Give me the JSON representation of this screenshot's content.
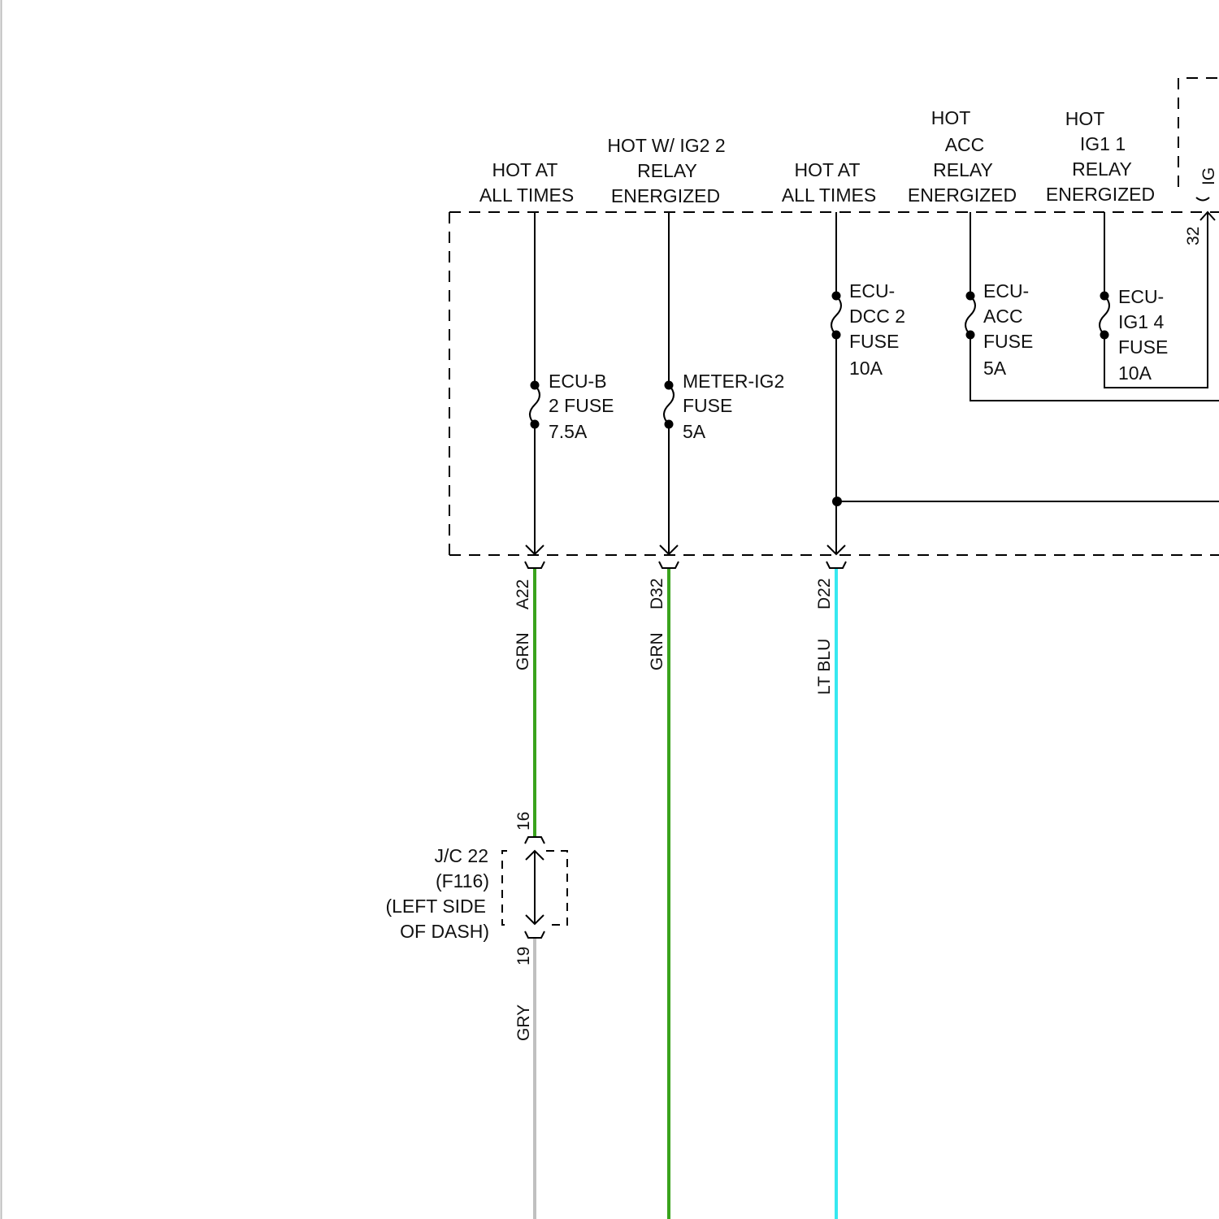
{
  "colors": {
    "grn": "#3aa31d",
    "lt_blu": "#36e8f0",
    "gry": "#c0c0c0",
    "black": "#000000"
  },
  "headers": {
    "col1": {
      "line1": "HOT AT",
      "line2": "ALL TIMES"
    },
    "col2": {
      "line1": "HOT W/ IG2 2",
      "line2": "RELAY",
      "line3": "ENERGIZED"
    },
    "col3": {
      "line1": "HOT AT",
      "line2": "ALL TIMES"
    },
    "col4": {
      "line1": "HOT",
      "line2": "ACC",
      "line3": "RELAY",
      "line4": "ENERGIZED"
    },
    "col5": {
      "line1": "HOT",
      "line2": "IG1 1",
      "line3": "RELAY",
      "line4": "ENERGIZED"
    },
    "ig_partial": "IG"
  },
  "fuses": {
    "ecu_b2": {
      "line1": "ECU-B",
      "line2": "2 FUSE",
      "line3": "7.5A"
    },
    "meter_ig2": {
      "line1": "METER-IG2",
      "line2": "FUSE",
      "line3": "5A"
    },
    "ecu_dcc2": {
      "line1": "ECU-",
      "line2": "DCC 2",
      "line3": "FUSE",
      "line4": "10A"
    },
    "ecu_acc": {
      "line1": "ECU-",
      "line2": "ACC",
      "line3": "FUSE",
      "line4": "5A"
    },
    "ecu_ig1_4": {
      "line1": "ECU-",
      "line2": "IG1 4",
      "line3": "FUSE",
      "line4": "10A"
    }
  },
  "pins": {
    "a22": "A22",
    "d32": "D32",
    "d22": "D22",
    "pin16": "16",
    "pin19": "19",
    "pin32": "32"
  },
  "wires": {
    "grn1": "GRN",
    "grn2": "GRN",
    "lt_blu": "LT BLU",
    "gry": "GRY"
  },
  "junction": {
    "line1": "J/C 22",
    "line2": "(F116)",
    "line3": "(LEFT SIDE",
    "line4": "OF DASH)"
  }
}
